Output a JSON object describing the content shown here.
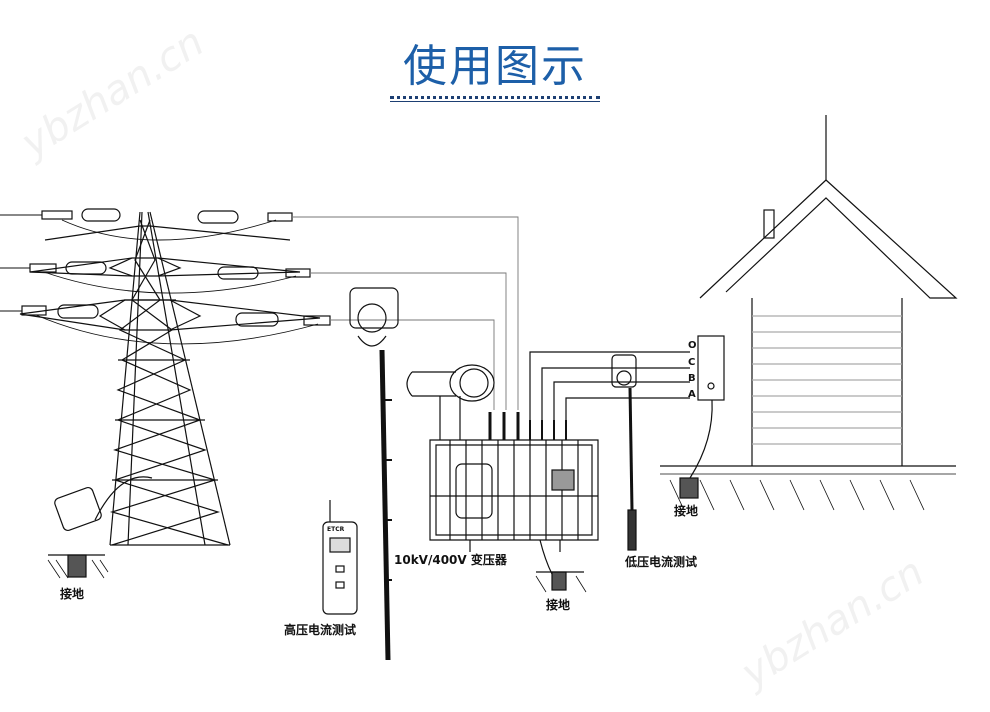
{
  "header": {
    "title": "使用图示"
  },
  "labels": {
    "ground_tower": "接地",
    "ground_transformer": "接地",
    "ground_house": "接地",
    "transformer": "10kV/400V 变压器",
    "hv_test": "高压电流测试",
    "lv_test": "低压电流测试"
  },
  "terminals": [
    "O",
    "C",
    "B",
    "A"
  ],
  "meter": {
    "brand": "ETCR"
  },
  "watermark": "ybzhan.cn",
  "colors": {
    "title": "#1d5fa8",
    "rule": "#1d3f73",
    "line": "#111111"
  }
}
